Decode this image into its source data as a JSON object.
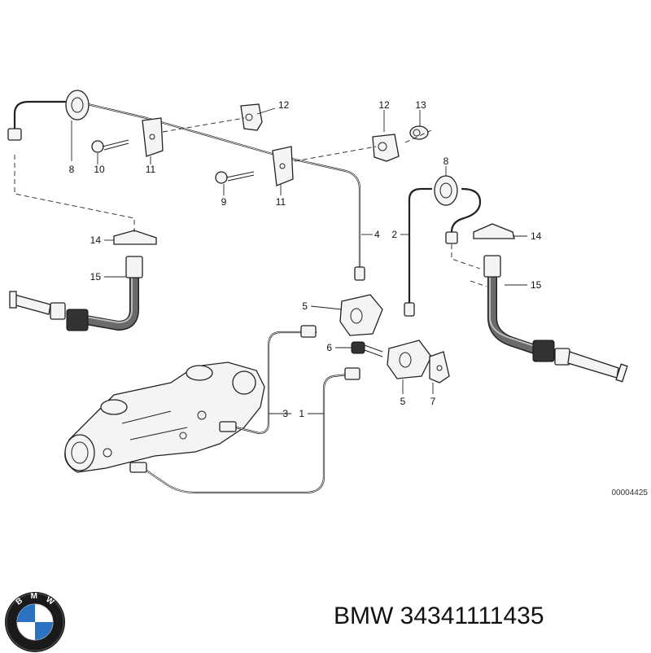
{
  "diagram": {
    "labels": {
      "l1": "1",
      "l2": "2",
      "l3": "3",
      "l4": "4",
      "l5a": "5",
      "l5b": "5",
      "l6": "6",
      "l7": "7",
      "l8a": "8",
      "l8b": "8",
      "l9": "9",
      "l10": "10",
      "l11a": "11",
      "l11b": "11",
      "l12a": "12",
      "l12b": "12",
      "l13": "13",
      "l14a": "14",
      "l14b": "14",
      "l15a": "15",
      "l15b": "15"
    },
    "reference_code": "00004425"
  },
  "caption": {
    "brand": "BMW",
    "part_number": "34341111435"
  },
  "logo": {
    "letters": [
      "B",
      "M",
      "W"
    ],
    "colors": {
      "ring": "#1a1a1a",
      "blue": "#2b72c2",
      "white": "#ffffff"
    }
  }
}
